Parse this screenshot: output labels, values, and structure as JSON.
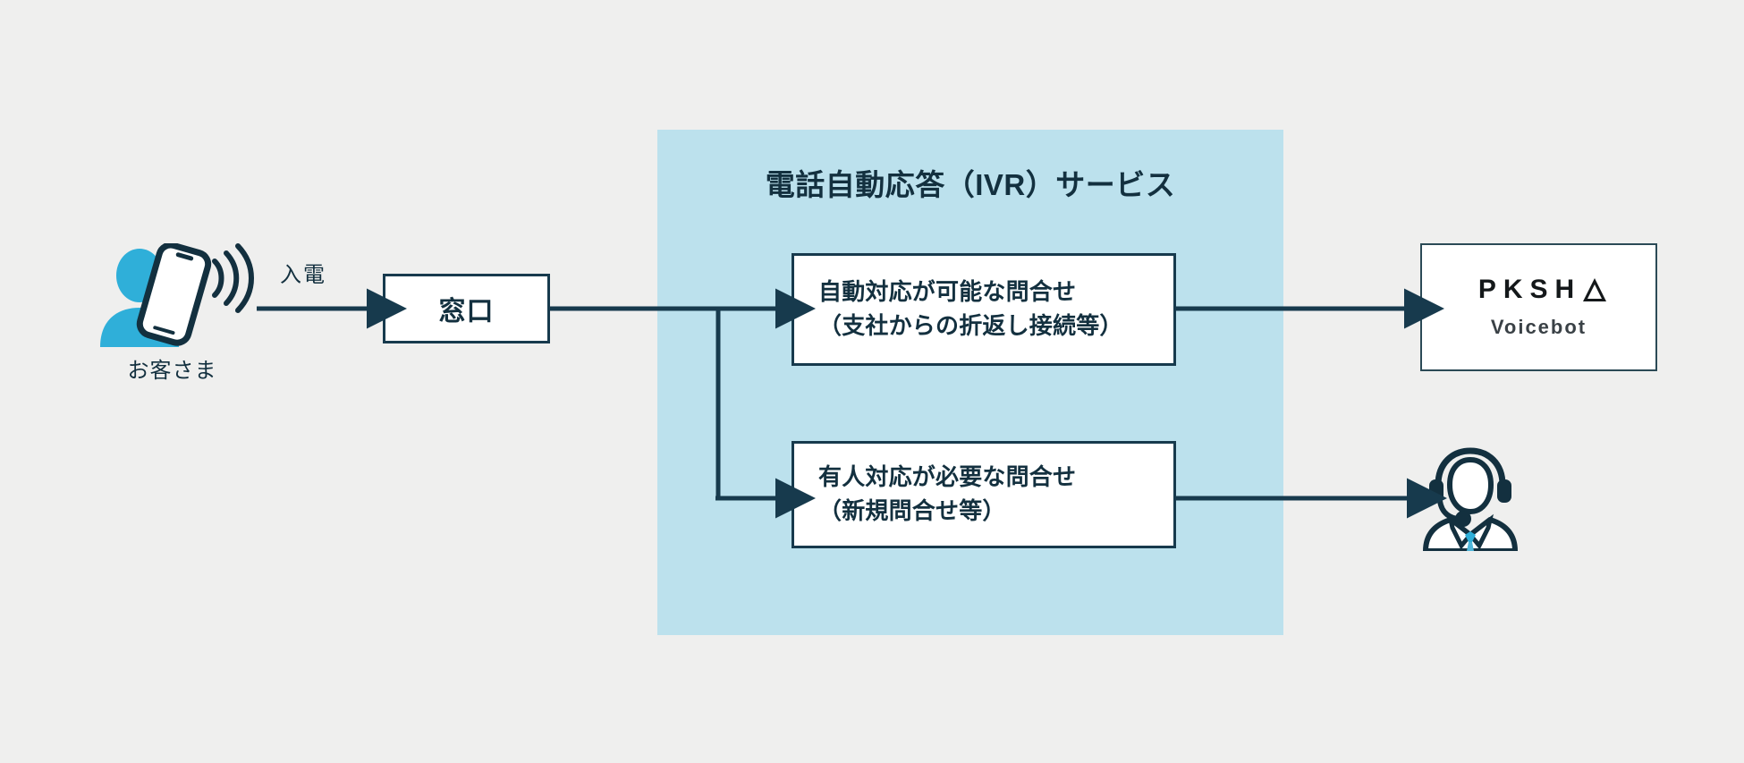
{
  "diagram": {
    "background_color": "#efefee",
    "ink_color": "#173a4d",
    "accent_cyan": "#2fafd9",
    "panel_color": "#bce1ed"
  },
  "customer": {
    "label": "お客さま",
    "icon": "person-with-smartphone-icon"
  },
  "flow": {
    "incoming_call_label": "入電",
    "reception_box_label": "窓口"
  },
  "ivr_panel": {
    "title": "電話自動応答（IVR）サービス",
    "boxes": [
      {
        "id": "auto",
        "line1": "自動対応が可能な問合せ",
        "line2": "（支社からの折返し接続等）"
      },
      {
        "id": "human",
        "line1": "有人対応が必要な問合せ",
        "line2": "（新規問合せ等）"
      }
    ]
  },
  "destinations": {
    "pksha": {
      "wordmark": "PKSH",
      "wordmark_full": "PKSHA",
      "subtitle": "Voicebot"
    },
    "operator": {
      "icon": "headset-operator-icon"
    }
  }
}
